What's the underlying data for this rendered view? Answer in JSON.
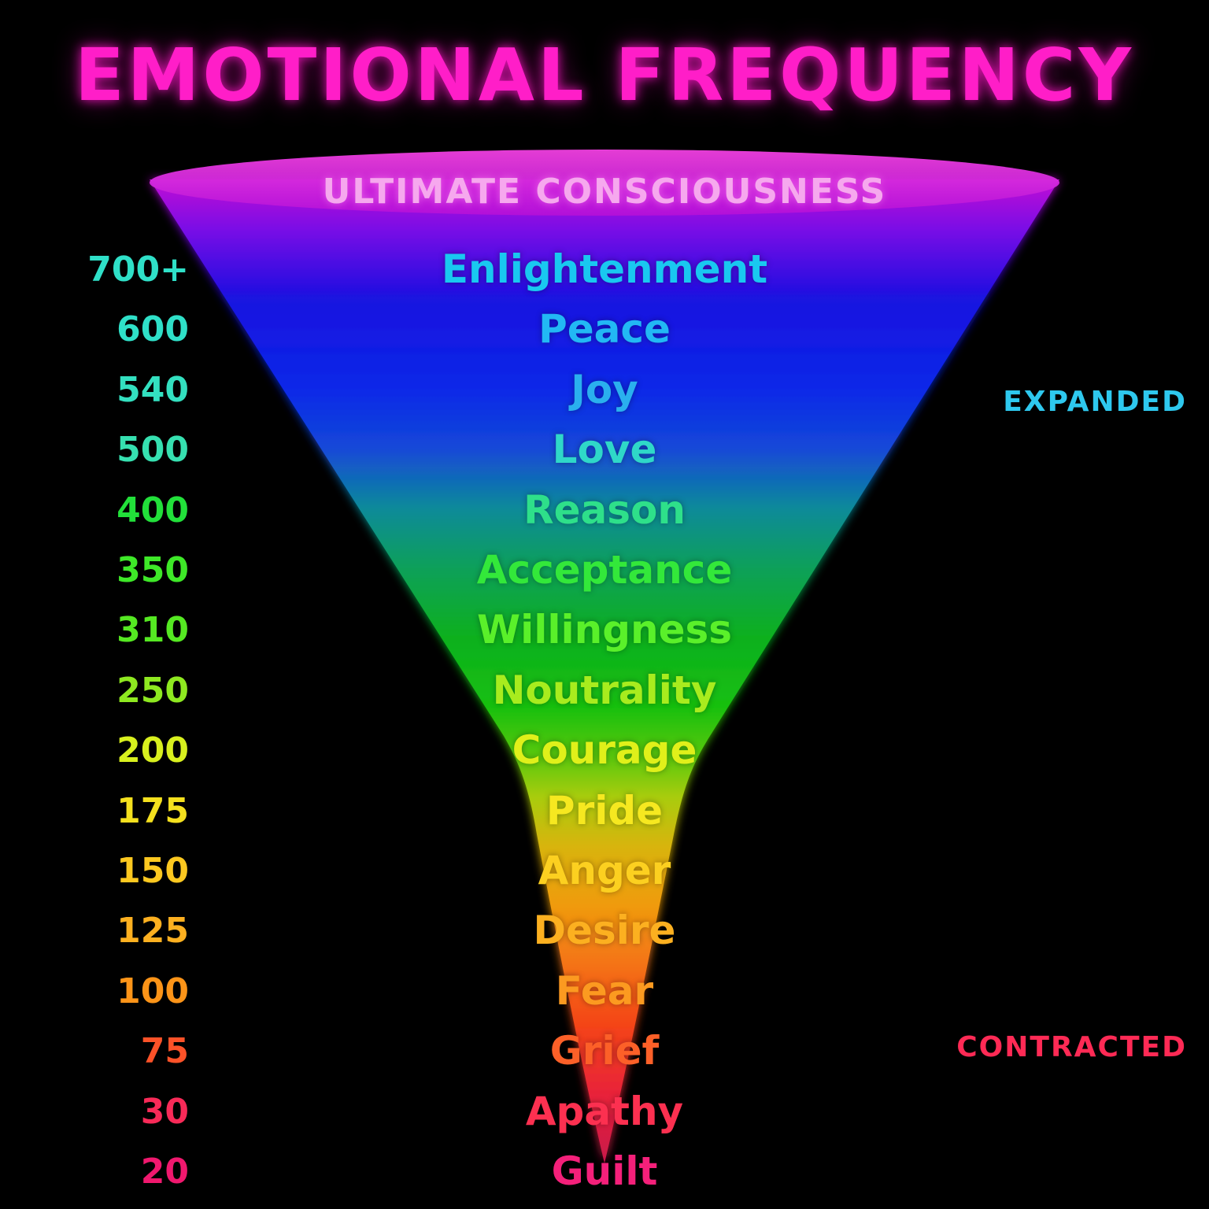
{
  "title": "EMOTIONAL FREQUENCY",
  "top_label": "ULTIMATE CONSCIOUSNESS",
  "side_labels": {
    "expanded": "EXPANDED",
    "contracted": "CONTRACTED",
    "expanded_color": "#2ec8ee",
    "contracted_color": "#ff2a55"
  },
  "levels": [
    {
      "freq": "700+",
      "emotion": "Enlightenment",
      "freq_color": "#2fe0c8",
      "emotion_color": "#19c8f0"
    },
    {
      "freq": "600",
      "emotion": "Peace",
      "freq_color": "#2fe0c8",
      "emotion_color": "#22b8f4"
    },
    {
      "freq": "540",
      "emotion": "Joy",
      "freq_color": "#33e0c0",
      "emotion_color": "#2ab0ee"
    },
    {
      "freq": "500",
      "emotion": "Love",
      "freq_color": "#36e0b0",
      "emotion_color": "#2fd8c8"
    },
    {
      "freq": "400",
      "emotion": "Reason",
      "freq_color": "#22e03a",
      "emotion_color": "#2ee08a"
    },
    {
      "freq": "350",
      "emotion": "Acceptance",
      "freq_color": "#3ee828",
      "emotion_color": "#33e83a"
    },
    {
      "freq": "310",
      "emotion": "Willingness",
      "freq_color": "#55e822",
      "emotion_color": "#5af02a"
    },
    {
      "freq": "250",
      "emotion": "Noutrality",
      "freq_color": "#8ee820",
      "emotion_color": "#a8ec1e"
    },
    {
      "freq": "200",
      "emotion": "Courage",
      "freq_color": "#d8f01e",
      "emotion_color": "#e0f01a"
    },
    {
      "freq": "175",
      "emotion": "Pride",
      "freq_color": "#f4e01e",
      "emotion_color": "#f6e820"
    },
    {
      "freq": "150",
      "emotion": "Anger",
      "freq_color": "#fcc820",
      "emotion_color": "#fcd020"
    },
    {
      "freq": "125",
      "emotion": "Desire",
      "freq_color": "#fcb020",
      "emotion_color": "#fcb020"
    },
    {
      "freq": "100",
      "emotion": "Fear",
      "freq_color": "#fc9418",
      "emotion_color": "#fc9a20"
    },
    {
      "freq": "75",
      "emotion": "Grief",
      "freq_color": "#fc5228",
      "emotion_color": "#fc6028"
    },
    {
      "freq": "30",
      "emotion": "Apathy",
      "freq_color": "#f82a58",
      "emotion_color": "#fc3050"
    },
    {
      "freq": "20",
      "emotion": "Guilt",
      "freq_color": "#f0186e",
      "emotion_color": "#f4207a"
    }
  ]
}
